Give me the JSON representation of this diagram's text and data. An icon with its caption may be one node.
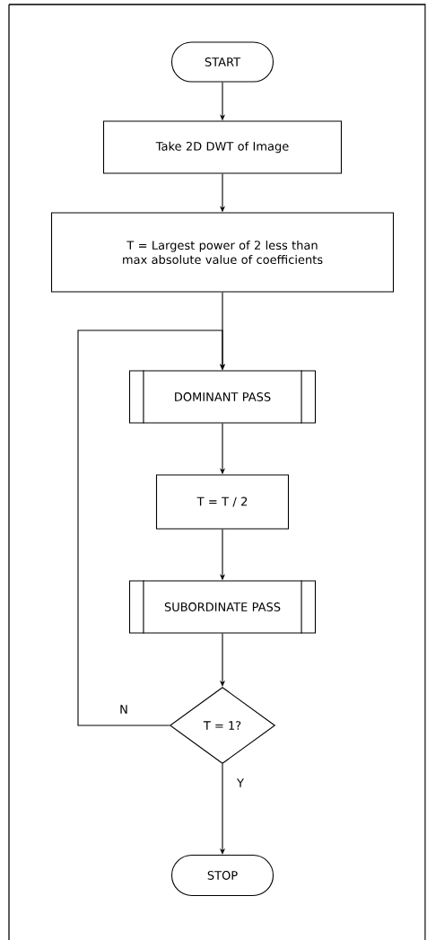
{
  "diagram": {
    "nodes": [
      {
        "text": [
          "START"
        ]
      },
      {
        "text": [
          "Take 2D DWT of Image"
        ]
      },
      {
        "text": [
          "T = Largest power of 2 less than max absolute value of coefficients"
        ]
      },
      {
        "text": [
          "DOMINANT PASS"
        ]
      },
      {
        "text": [
          "T = T / 2"
        ]
      },
      {
        "text": [
          "SUBORDINATE PASS"
        ]
      },
      {
        "text": [
          "T = 1?"
        ]
      },
      {
        "text": [
          "STOP"
        ]
      }
    ],
    "edges": [
      {
        "from": 0,
        "to": 1,
        "arrow": "to"
      },
      {
        "from": 1,
        "to": 2,
        "arrow": "to"
      },
      {
        "from": 2,
        "to": 3,
        "arrow": "to"
      },
      {
        "from": 3,
        "to": 4,
        "arrow": "to"
      },
      {
        "from": 4,
        "to": 5,
        "arrow": "to"
      },
      {
        "from": 5,
        "to": 6,
        "arrow": "to"
      },
      {
        "from": 6,
        "to": 3,
        "arrow": "to",
        "label": "N"
      },
      {
        "from": 6,
        "to": 7,
        "arrow": "to",
        "label": "Y"
      }
    ]
  }
}
